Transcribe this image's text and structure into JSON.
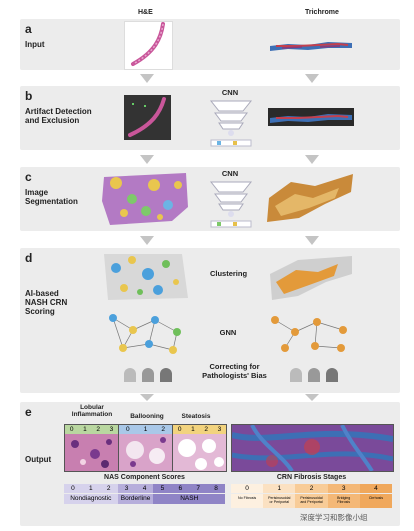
{
  "columns": {
    "left": "H&E",
    "right": "Trichrome"
  },
  "sections": {
    "a": {
      "letter": "a",
      "title": "Input"
    },
    "b": {
      "letter": "b",
      "title": "Artifact Detection\nand Exclusion",
      "model": "CNN"
    },
    "c": {
      "letter": "c",
      "title": "Image\nSegmentation",
      "model": "CNN"
    },
    "d": {
      "letter": "d",
      "title": "AI-based\nNASH CRN\nScoring",
      "cluster_label": "Clustering",
      "gnn_label": "GNN",
      "bias_label": "Correcting for\nPathologists' Bias"
    },
    "e": {
      "letter": "e",
      "title": "Output"
    }
  },
  "output": {
    "features": [
      "Lobular\nInflammation",
      "Ballooning",
      "Steatosis"
    ],
    "lobular_scores": [
      "0",
      "1",
      "2",
      "3"
    ],
    "ballooning_scores": [
      "0",
      "1",
      "2"
    ],
    "steatosis_scores": [
      "0",
      "1",
      "2",
      "3"
    ],
    "nas_title": "NAS Component Scores",
    "nas_scores": [
      "0",
      "1",
      "2",
      "3",
      "4",
      "5",
      "6",
      "7",
      "8"
    ],
    "nas_categories": [
      "Nondiagnostic",
      "Borderline",
      "NASH"
    ],
    "crn_title": "CRN Fibrosis Stages",
    "crn_stages": [
      "0",
      "1",
      "2",
      "3",
      "4"
    ],
    "crn_descriptions": [
      "No Fibrosis",
      "Perisinusoidal\nor Periportal",
      "Perisinusoidal\nand Periportal",
      "Bridging\nFibrosis",
      "Cirrhosis"
    ]
  },
  "watermark": "深度学习和影像小组",
  "colors": {
    "band": "#ececec",
    "arrow": "#c4c4c4",
    "he_pink": "#c9569a",
    "trichrome_blue": "#3d6fb5",
    "trichrome_red": "#c3404e",
    "lobular": "#b9d7a0",
    "ballooning": "#a9c8e8",
    "steatosis": "#f2d37e",
    "nas_low": "#d6d2ec",
    "nas_mid": "#b6aedb",
    "nas_high": "#8f84c6",
    "crn_light": "#fbe1c2",
    "crn_dark": "#f0a85c"
  }
}
